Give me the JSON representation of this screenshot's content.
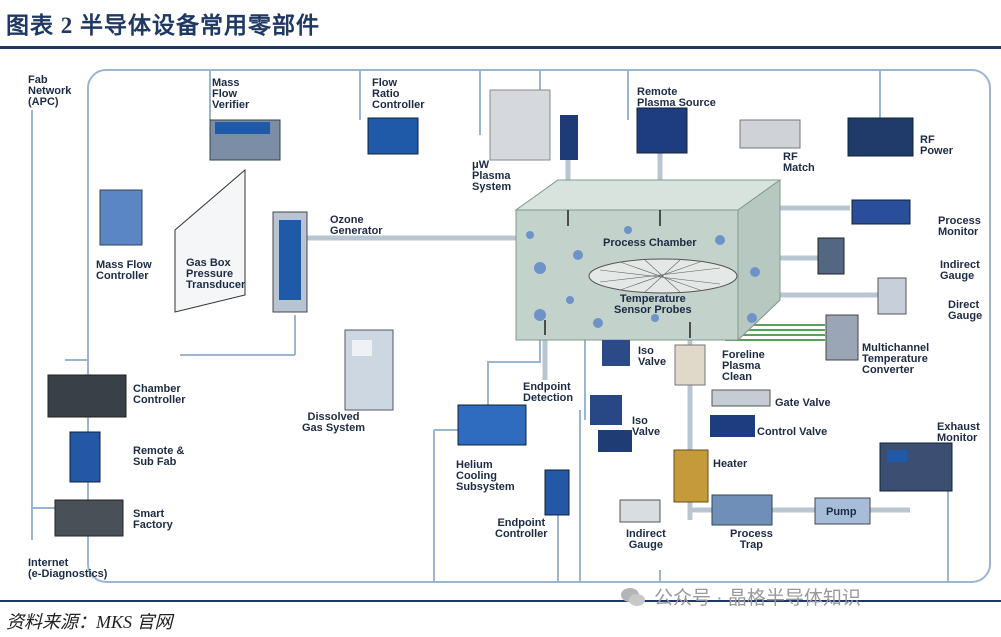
{
  "header": {
    "title": "图表 2    半导体设备常用零部件"
  },
  "footer": {
    "source": "资料来源：MKS 官网",
    "watermark": "公众号 · 晶格半导体知识"
  },
  "colors": {
    "accent": "#1f3864",
    "line": "#9ab6d3",
    "chamber": "#c8d6d0",
    "device_blue": "#1e5aa8",
    "green_wire": "#5aa05a"
  },
  "labels": {
    "fab_network": "Fab\nNetwork\n(APC)",
    "mass_flow_verifier": "Mass\nFlow\nVerifier",
    "flow_ratio_controller": "Flow\nRatio\nController",
    "uw_plasma": "μW\nPlasma\nSystem",
    "remote_plasma": "Remote\nPlasma Source",
    "rf_match": "RF\nMatch",
    "rf_power": "RF\nPower",
    "mass_flow_controller": "Mass Flow\nController",
    "gas_box": "Gas Box\nPressure\nTransducer",
    "ozone": "Ozone\nGenerator",
    "process_chamber": "Process Chamber",
    "temp_probes": "Temperature\nSensor Probes",
    "process_monitor": "Process\nMonitor",
    "indirect_gauge_right": "Indirect\nGauge",
    "direct_gauge": "Direct\nGauge",
    "multichannel": "Multichannel\nTemperature\nConverter",
    "chamber_controller": "Chamber\nController",
    "remote_subfab": "Remote &\nSub Fab",
    "smart_factory": "Smart\nFactory",
    "internet": "Internet\n(e-Diagnostics)",
    "dissolved_gas": "Dissolved\nGas System",
    "helium_cooling": "Helium\nCooling\nSubsystem",
    "endpoint_detection": "Endpoint\nDetection",
    "endpoint_controller": "Endpoint\nController",
    "iso_valve_top": "Iso\nValve",
    "iso_valve_bottom": "Iso\nValve",
    "foreline": "Foreline\nPlasma\nClean",
    "gate_valve": "Gate Valve",
    "control_valve": "Control Valve",
    "heater": "Heater",
    "indirect_gauge_bottom": "Indirect\nGauge",
    "process_trap": "Process\nTrap",
    "pump": "Pump",
    "exhaust_monitor": "Exhaust\nMonitor"
  }
}
